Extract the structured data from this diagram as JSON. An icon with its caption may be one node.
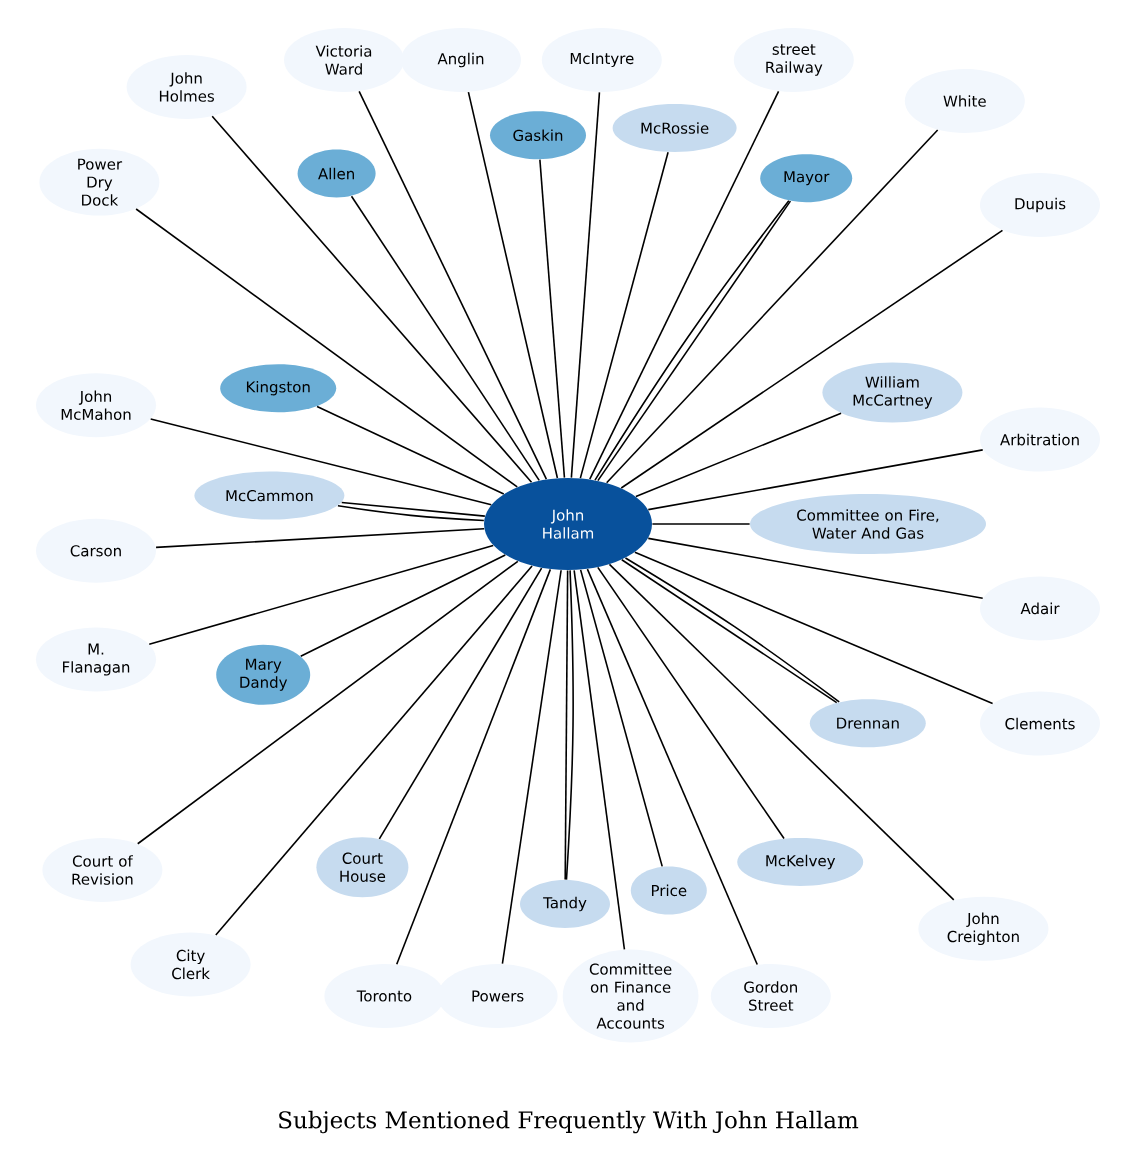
{
  "diagram": {
    "title": "Subjects Mentioned Frequently With John Hallam",
    "nodes": [
      {
        "text": [
          "John Hallam"
        ]
      },
      {
        "text": [
          "Gaskin"
        ]
      },
      {
        "text": [
          "Kingston"
        ]
      },
      {
        "text": [
          "Mayor"
        ]
      },
      {
        "text": [
          "Mary Dandy"
        ]
      },
      {
        "text": [
          "Allen"
        ]
      },
      {
        "text": [
          "McCammon"
        ]
      },
      {
        "text": [
          "McRossie"
        ]
      },
      {
        "text": [
          "Tandy"
        ]
      },
      {
        "text": [
          "Drennan"
        ]
      },
      {
        "text": [
          "Price"
        ]
      },
      {
        "text": [
          "William McCartney"
        ]
      },
      {
        "text": [
          "Committee on Fire, Water And Gas"
        ]
      },
      {
        "text": [
          "McKelvey"
        ]
      },
      {
        "text": [
          "Court House"
        ]
      },
      {
        "text": [
          "Anglin"
        ]
      },
      {
        "text": [
          "McIntyre"
        ]
      },
      {
        "text": [
          "street Railway"
        ]
      },
      {
        "text": [
          "Victoria Ward"
        ]
      },
      {
        "text": [
          "John Holmes"
        ]
      },
      {
        "text": [
          "White"
        ]
      },
      {
        "text": [
          "Power Dry Dock"
        ]
      },
      {
        "text": [
          "Dupuis"
        ]
      },
      {
        "text": [
          "John McMahon"
        ]
      },
      {
        "text": [
          "Carson"
        ]
      },
      {
        "text": [
          "Arbitration"
        ]
      },
      {
        "text": [
          "M. Flanagan"
        ]
      },
      {
        "text": [
          "Adair"
        ]
      },
      {
        "text": [
          "Court of Revision"
        ]
      },
      {
        "text": [
          "Clements"
        ]
      },
      {
        "text": [
          "City Clerk"
        ]
      },
      {
        "text": [
          "John Creighton"
        ]
      },
      {
        "text": [
          "Toronto"
        ]
      },
      {
        "text": [
          "Powers"
        ]
      },
      {
        "text": [
          "Committee on Finance and Accounts"
        ]
      },
      {
        "text": [
          "Gordon Street"
        ]
      }
    ],
    "edges": [
      {
        "from": 0,
        "to": 1,
        "arrow": "none"
      },
      {
        "from": 0,
        "to": 2,
        "arrow": "none"
      },
      {
        "from": 0,
        "to": 3,
        "arrow": "none"
      },
      {
        "from": 0,
        "to": 4,
        "arrow": "none"
      },
      {
        "from": 0,
        "to": 5,
        "arrow": "none"
      },
      {
        "from": 0,
        "to": 6,
        "arrow": "none"
      },
      {
        "from": 0,
        "to": 7,
        "arrow": "none"
      },
      {
        "from": 0,
        "to": 8,
        "arrow": "none"
      },
      {
        "from": 0,
        "to": 9,
        "arrow": "none"
      },
      {
        "from": 0,
        "to": 10,
        "arrow": "none"
      },
      {
        "from": 0,
        "to": 11,
        "arrow": "none"
      },
      {
        "from": 0,
        "to": 12,
        "arrow": "none"
      },
      {
        "from": 0,
        "to": 13,
        "arrow": "none"
      },
      {
        "from": 0,
        "to": 14,
        "arrow": "none"
      },
      {
        "from": 0,
        "to": 15,
        "arrow": "none"
      },
      {
        "from": 0,
        "to": 16,
        "arrow": "none"
      },
      {
        "from": 0,
        "to": 17,
        "arrow": "none"
      },
      {
        "from": 0,
        "to": 18,
        "arrow": "none"
      },
      {
        "from": 0,
        "to": 19,
        "arrow": "none"
      },
      {
        "from": 0,
        "to": 20,
        "arrow": "none"
      },
      {
        "from": 0,
        "to": 21,
        "arrow": "none"
      },
      {
        "from": 0,
        "to": 22,
        "arrow": "none"
      },
      {
        "from": 0,
        "to": 23,
        "arrow": "none"
      },
      {
        "from": 0,
        "to": 24,
        "arrow": "none"
      },
      {
        "from": 0,
        "to": 25,
        "arrow": "none"
      },
      {
        "from": 0,
        "to": 26,
        "arrow": "none"
      },
      {
        "from": 0,
        "to": 27,
        "arrow": "none"
      },
      {
        "from": 0,
        "to": 28,
        "arrow": "none"
      },
      {
        "from": 0,
        "to": 29,
        "arrow": "none"
      },
      {
        "from": 0,
        "to": 30,
        "arrow": "none"
      },
      {
        "from": 0,
        "to": 31,
        "arrow": "none"
      },
      {
        "from": 0,
        "to": 32,
        "arrow": "none"
      },
      {
        "from": 0,
        "to": 33,
        "arrow": "none"
      },
      {
        "from": 0,
        "to": 34,
        "arrow": "none"
      },
      {
        "from": 0,
        "to": 35,
        "arrow": "none"
      },
      {
        "from": 0,
        "to": 9,
        "arrow": "none"
      },
      {
        "from": 0,
        "to": 8,
        "arrow": "none"
      },
      {
        "from": 0,
        "to": 6,
        "arrow": "none"
      },
      {
        "from": 0,
        "to": 3,
        "arrow": "none"
      }
    ]
  }
}
